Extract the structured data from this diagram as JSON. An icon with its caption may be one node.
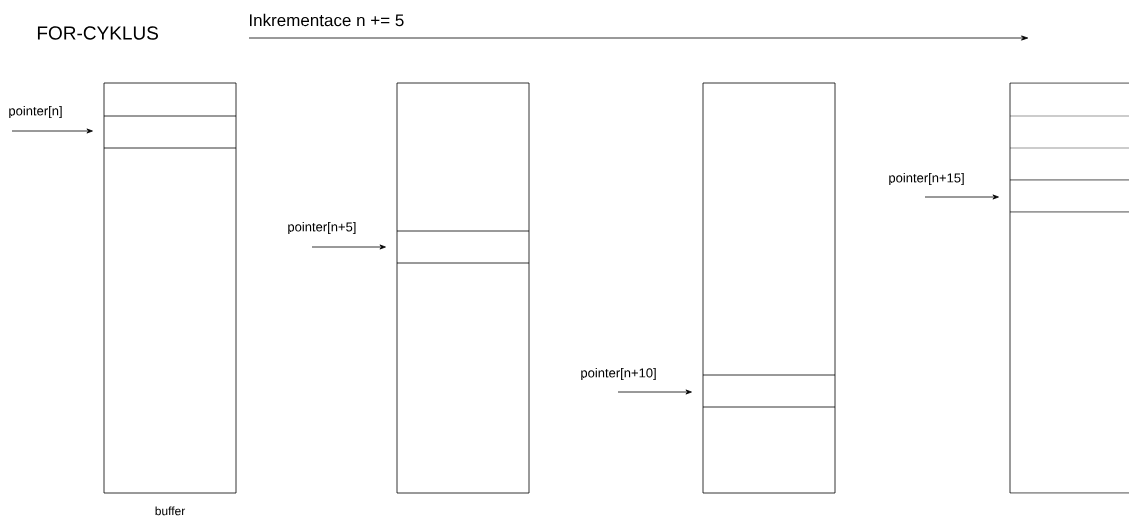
{
  "diagram": {
    "title": "FOR-CYKLUS",
    "nodes": [
      {
        "text": [],
        "shape": "box",
        "beside": [
          "buffer"
        ]
      },
      {
        "text": [],
        "shape": "box",
        "in": 0
      },
      {
        "text": [
          "pointer[n]"
        ]
      },
      {
        "text": [],
        "shape": "box"
      },
      {
        "text": [],
        "shape": "box",
        "in": 3
      },
      {
        "text": [
          "pointer[n+5]"
        ]
      },
      {
        "text": [],
        "shape": "box"
      },
      {
        "text": [],
        "shape": "box",
        "in": 6
      },
      {
        "text": [
          "pointer[n+10]"
        ]
      },
      {
        "text": [],
        "shape": "box"
      },
      {
        "text": [],
        "shape": "box",
        "in": 9
      },
      {
        "text": [
          "pointer[n+15]"
        ]
      }
    ],
    "edges": [
      {
        "from": 2,
        "to": 1,
        "arrow": "to"
      },
      {
        "from": 5,
        "to": 4,
        "arrow": "to"
      },
      {
        "from": 8,
        "to": 7,
        "arrow": "to"
      },
      {
        "from": 11,
        "to": 10,
        "arrow": "to"
      }
    ],
    "labels": [
      "Inkrementace n += 5"
    ]
  }
}
